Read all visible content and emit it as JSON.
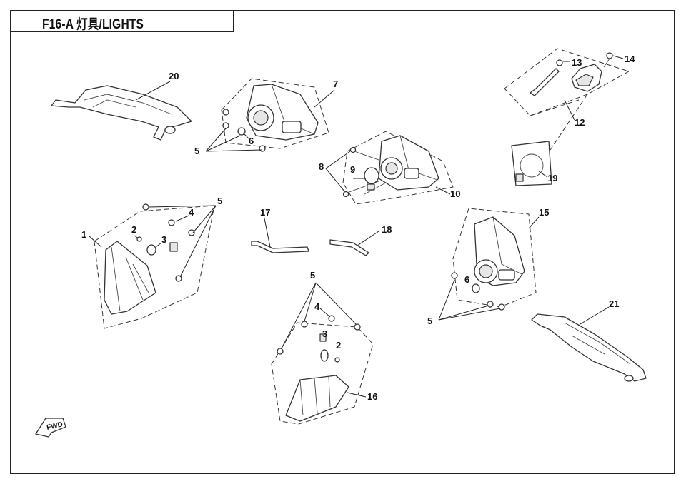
{
  "title": "F16-A  灯具/LIGHTS",
  "callouts": {
    "c1": "1",
    "c2a": "2",
    "c2b": "2",
    "c3a": "3",
    "c3b": "3",
    "c4a": "4",
    "c4b": "4",
    "c5a": "5",
    "c5b": "5",
    "c5c": "5",
    "c5d": "5",
    "c6a": "6",
    "c6b": "6",
    "c7": "7",
    "c8": "8",
    "c9": "9",
    "c10": "10",
    "c12": "12",
    "c13": "13",
    "c14": "14",
    "c15": "15",
    "c16": "16",
    "c17": "17",
    "c18": "18",
    "c19": "19",
    "c20": "20",
    "c21": "21"
  },
  "fwd_label": "FWD"
}
